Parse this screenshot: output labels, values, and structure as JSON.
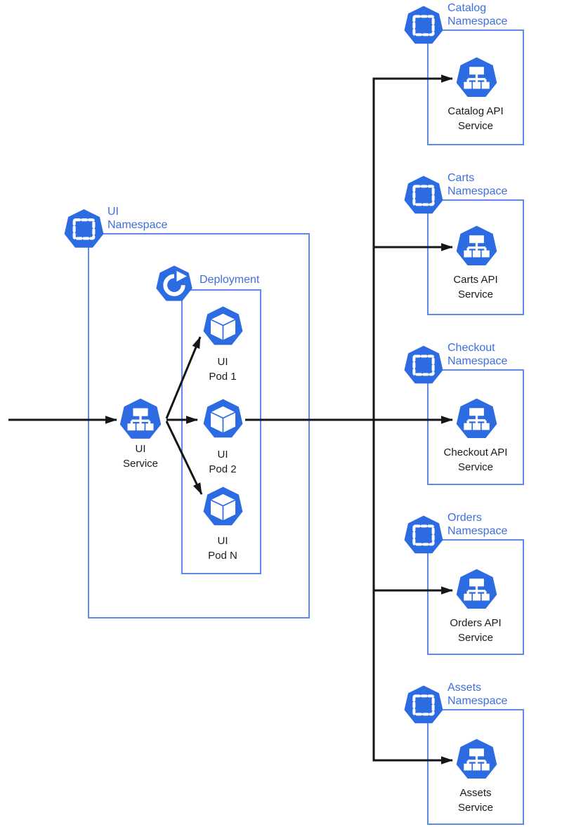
{
  "colors": {
    "icon_blue": "#2d6be3",
    "box_border_blue": "#5e8bea",
    "label_blue": "#3d6fde",
    "arrow_black": "#161616",
    "node_text_black": "#1b1b1b"
  },
  "ui_namespace": {
    "label": [
      "UI",
      "Namespace"
    ],
    "deployment": {
      "label": "Deployment"
    },
    "service": {
      "label": [
        "UI",
        "Service"
      ]
    },
    "pods": [
      {
        "label": [
          "UI",
          "Pod 1"
        ]
      },
      {
        "label": [
          "UI",
          "Pod 2"
        ]
      },
      {
        "label": [
          "UI",
          "Pod N"
        ]
      }
    ]
  },
  "namespaces": [
    {
      "label": [
        "Catalog",
        "Namespace"
      ],
      "service": [
        "Catalog API",
        "Service"
      ]
    },
    {
      "label": [
        "Carts",
        "Namespace"
      ],
      "service": [
        "Carts API",
        "Service"
      ]
    },
    {
      "label": [
        "Checkout",
        "Namespace"
      ],
      "service": [
        "Checkout API",
        "Service"
      ]
    },
    {
      "label": [
        "Orders",
        "Namespace"
      ],
      "service": [
        "Orders API",
        "Service"
      ]
    },
    {
      "label": [
        "Assets",
        "Namespace"
      ],
      "service": [
        "Assets",
        "Service"
      ]
    }
  ],
  "icons": {
    "namespace": "kubernetes-namespace-icon",
    "service": "kubernetes-service-icon",
    "pod": "kubernetes-pod-icon",
    "deployment": "kubernetes-deployment-icon"
  }
}
